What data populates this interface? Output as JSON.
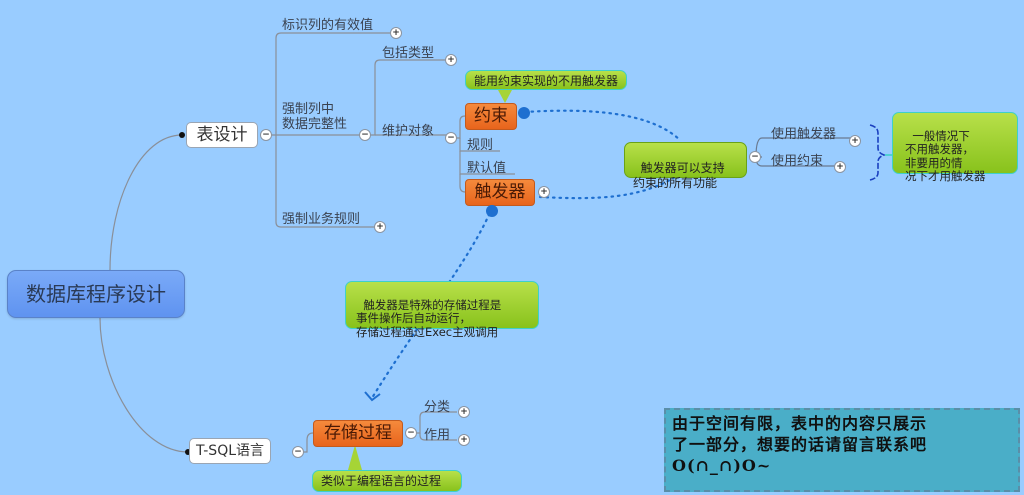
{
  "colors": {
    "background": "#99ccff",
    "root_fill": "#6b9ef5",
    "topic_orange": "#ee7228",
    "callout_green": "#99cc22",
    "link_blue": "#1e6fd0",
    "note_fill": "#4aaec8"
  },
  "root": {
    "label": "数据库程序设计"
  },
  "branches": {
    "table_design": {
      "label": "表设计",
      "children": {
        "identity_values": "标识列的有效值",
        "enforce_integrity": "强制列中\n数据完整性",
        "enforce_business_rules": "强制业务规则"
      },
      "integrity": {
        "include_types": "包括类型",
        "maintain_objects": "维护对象",
        "objects": {
          "constraint": "约束",
          "rule": "规则",
          "default": "默认值",
          "trigger": "触发器"
        }
      }
    },
    "tsql": {
      "label": "T-SQL语言",
      "stored_procedure": {
        "label": "存储过程",
        "children": {
          "category": "分类",
          "purpose": "作用"
        }
      }
    }
  },
  "callouts": {
    "constraint_note": "能用约束实现的不用触发器",
    "trigger_supports": "触发器可以支持\n约束的所有功能",
    "trigger_vs_proc": "触发器是特殊的存储过程是\n事件操作后自动运行，\n存储过程通过Exec主观调用",
    "proc_note": "类似于编程语言的过程",
    "general_rule": "一般情况下\n不用触发器，\n非要用的情\n况下才用触发器"
  },
  "relationship_children": {
    "use_trigger": "使用触发器",
    "use_constraint": "使用约束"
  },
  "toggles": {
    "expand": "+",
    "collapse": "−"
  },
  "footnote": "由于空间有限，表中的内容只展示\n了一部分，想要的话请留言联系吧\nO(∩_∩)O~"
}
